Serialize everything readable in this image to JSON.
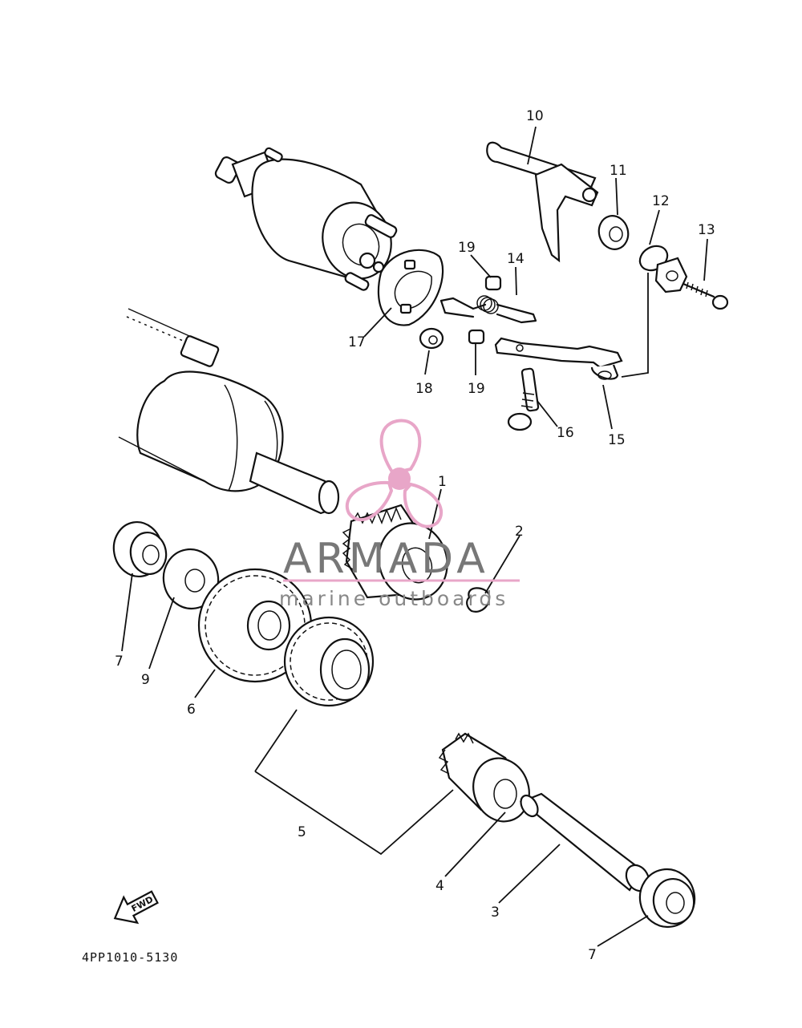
{
  "diagram_code": "4PP1010-5130",
  "fwd_label": "FWD",
  "watermark": {
    "title": "ARMADA",
    "subtitle": "marine outboards",
    "color": "#e8a6c8"
  },
  "callouts": [
    "1",
    "2",
    "3",
    "4",
    "5",
    "6",
    "7",
    "7",
    "9",
    "10",
    "11",
    "12",
    "13",
    "14",
    "15",
    "16",
    "17",
    "18",
    "19",
    "19"
  ]
}
